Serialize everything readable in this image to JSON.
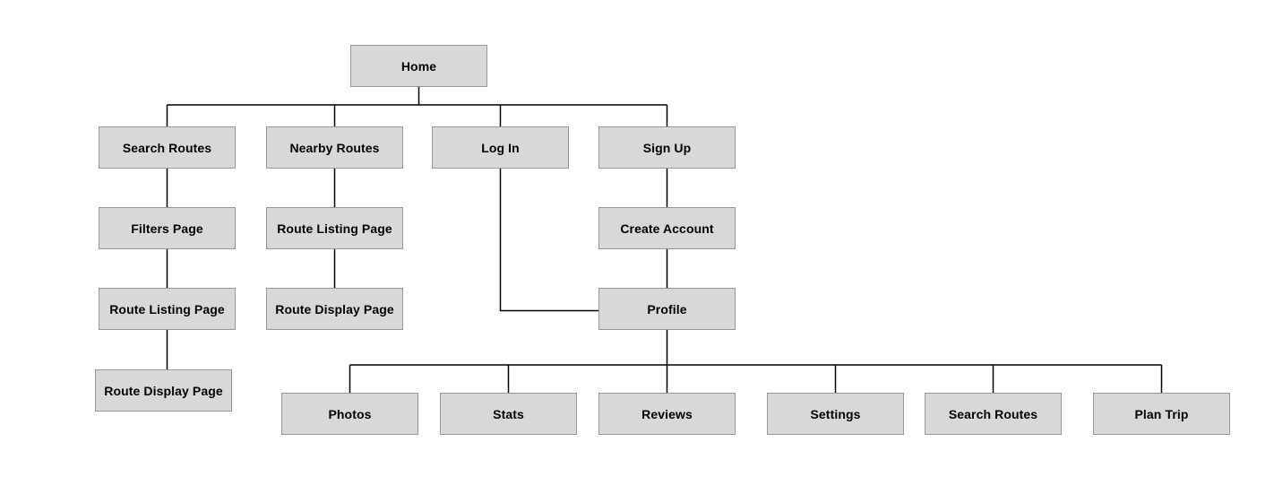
{
  "diagram": {
    "kind": "sitemap-flowchart",
    "colors": {
      "background": "#FFFFFF",
      "node_fill": "#D8D8D8",
      "node_border": "#979797",
      "line": "#000000",
      "text": "#000000"
    },
    "nodes": {
      "home": "Home",
      "search_routes": "Search Routes",
      "nearby_routes": "Nearby Routes",
      "log_in": "Log In",
      "sign_up": "Sign Up",
      "filters_page": "Filters Page",
      "route_listing_page_nearby": "Route Listing Page",
      "create_account": "Create Account",
      "route_listing_page_search": "Route Listing Page",
      "route_display_page_nearby": "Route Display Page",
      "profile": "Profile",
      "route_display_page_search": "Route Display Page",
      "photos": "Photos",
      "stats": "Stats",
      "reviews": "Reviews",
      "settings": "Settings",
      "search_routes_profile": "Search Routes",
      "plan_trip": "Plan Trip"
    },
    "edges": [
      {
        "from": "home",
        "to": "search_routes"
      },
      {
        "from": "home",
        "to": "nearby_routes"
      },
      {
        "from": "home",
        "to": "log_in"
      },
      {
        "from": "home",
        "to": "sign_up"
      },
      {
        "from": "search_routes",
        "to": "filters_page"
      },
      {
        "from": "filters_page",
        "to": "route_listing_page_search"
      },
      {
        "from": "route_listing_page_search",
        "to": "route_display_page_search"
      },
      {
        "from": "nearby_routes",
        "to": "route_listing_page_nearby"
      },
      {
        "from": "route_listing_page_nearby",
        "to": "route_display_page_nearby"
      },
      {
        "from": "sign_up",
        "to": "create_account"
      },
      {
        "from": "create_account",
        "to": "profile"
      },
      {
        "from": "log_in",
        "to": "profile"
      },
      {
        "from": "profile",
        "to": "photos"
      },
      {
        "from": "profile",
        "to": "stats"
      },
      {
        "from": "profile",
        "to": "reviews"
      },
      {
        "from": "profile",
        "to": "settings"
      },
      {
        "from": "profile",
        "to": "search_routes_profile"
      },
      {
        "from": "profile",
        "to": "plan_trip"
      }
    ]
  }
}
